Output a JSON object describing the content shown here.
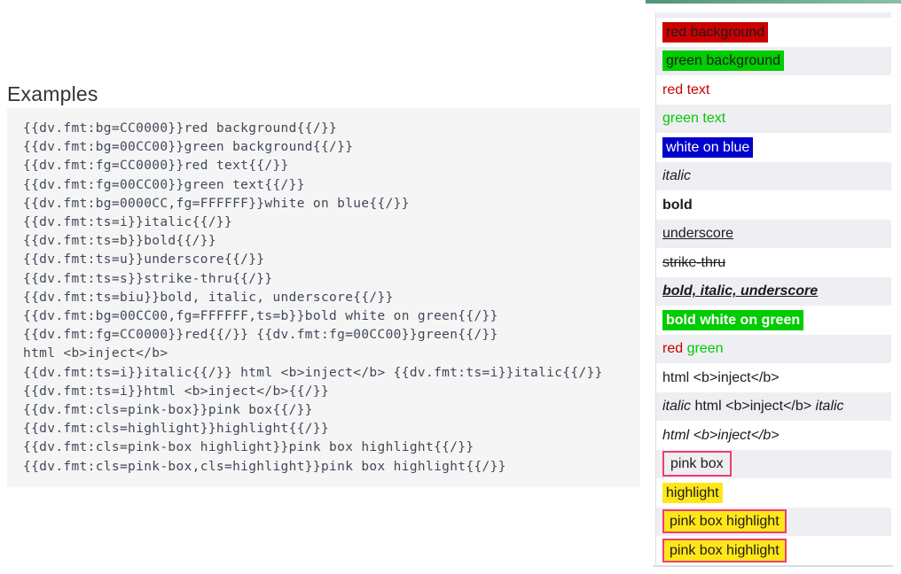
{
  "heading": {
    "text": "Examples"
  },
  "code_block": {
    "language": "template-syntax",
    "lines": [
      "{{dv.fmt:bg=CC0000}}red background{{/}}",
      "{{dv.fmt:bg=00CC00}}green background{{/}}",
      "{{dv.fmt:fg=CC0000}}red text{{/}}",
      "{{dv.fmt:fg=00CC00}}green text{{/}}",
      "{{dv.fmt:bg=0000CC,fg=FFFFFF}}white on blue{{/}}",
      "{{dv.fmt:ts=i}}italic{{/}}",
      "{{dv.fmt:ts=b}}bold{{/}}",
      "{{dv.fmt:ts=u}}underscore{{/}}",
      "{{dv.fmt:ts=s}}strike-thru{{/}}",
      "{{dv.fmt:ts=biu}}bold, italic, underscore{{/}}",
      "{{dv.fmt:bg=00CC00,fg=FFFFFF,ts=b}}bold white on green{{/}}",
      "{{dv.fmt:fg=CC0000}}red{{/}} {{dv.fmt:fg=00CC00}}green{{/}}",
      "html <b>inject</b>",
      "{{dv.fmt:ts=i}}italic{{/}} html <b>inject</b> {{dv.fmt:ts=i}}italic{{/}}",
      "{{dv.fmt:ts=i}}html <b>inject</b>{{/}}",
      "{{dv.fmt:cls=pink-box}}pink box{{/}}",
      "{{dv.fmt:cls=highlight}}highlight{{/}}",
      "{{dv.fmt:cls=pink-box highlight}}pink box highlight{{/}}",
      "{{dv.fmt:cls=pink-box,cls=highlight}}pink box highlight{{/}}"
    ]
  },
  "output_panel": {
    "rows": [
      {
        "name": "red-background",
        "segments": [
          {
            "text": "red background",
            "bg": "#CC0000"
          }
        ]
      },
      {
        "name": "green-background",
        "segments": [
          {
            "text": "green background",
            "bg": "#00CC00"
          }
        ]
      },
      {
        "name": "red-text",
        "segments": [
          {
            "text": "red text",
            "fg": "#CC0000"
          }
        ]
      },
      {
        "name": "green-text",
        "segments": [
          {
            "text": "green text",
            "fg": "#00CC00"
          }
        ]
      },
      {
        "name": "white-on-blue",
        "segments": [
          {
            "text": "white on blue",
            "bg": "#0000CC",
            "fg": "#FFFFFF"
          }
        ]
      },
      {
        "name": "italic",
        "segments": [
          {
            "text": "italic",
            "ts": "i"
          }
        ]
      },
      {
        "name": "bold",
        "segments": [
          {
            "text": "bold",
            "ts": "b"
          }
        ]
      },
      {
        "name": "underscore",
        "segments": [
          {
            "text": "underscore",
            "ts": "u"
          }
        ]
      },
      {
        "name": "strike-thru",
        "segments": [
          {
            "text": "strike-thru",
            "ts": "s"
          }
        ]
      },
      {
        "name": "bold-italic-underscore",
        "segments": [
          {
            "text": "bold, italic, underscore",
            "ts": "biu"
          }
        ]
      },
      {
        "name": "bold-white-on-green",
        "segments": [
          {
            "text": "bold white on green",
            "bg": "#00CC00",
            "fg": "#FFFFFF",
            "ts": "b"
          }
        ]
      },
      {
        "name": "red-green",
        "segments": [
          {
            "text": "red",
            "fg": "#CC0000"
          },
          {
            "text": " "
          },
          {
            "text": "green",
            "fg": "#00CC00"
          }
        ]
      },
      {
        "name": "html-inject",
        "segments": [
          {
            "text": "html <b>inject</b>"
          }
        ]
      },
      {
        "name": "italic-html-inject-italic",
        "segments": [
          {
            "text": "italic",
            "ts": "i"
          },
          {
            "text": " html <b>inject</b> "
          },
          {
            "text": "italic",
            "ts": "i"
          }
        ]
      },
      {
        "name": "html-inject-italic",
        "segments": [
          {
            "text": "html <b>inject</b>",
            "ts": "i"
          }
        ]
      },
      {
        "name": "pink-box",
        "segments": [
          {
            "text": "pink box",
            "cls": "pink-box"
          }
        ]
      },
      {
        "name": "highlight",
        "segments": [
          {
            "text": "highlight",
            "cls": "highlight"
          }
        ]
      },
      {
        "name": "pink-box-highlight-1",
        "segments": [
          {
            "text": "pink box highlight",
            "cls": "pink-box highlight"
          }
        ]
      },
      {
        "name": "pink-box-highlight-2",
        "segments": [
          {
            "text": "pink box highlight",
            "cls": "pink-box highlight"
          }
        ]
      }
    ]
  },
  "colors": {
    "accent_bar_start": "#4E9677",
    "accent_bar_end": "#8CC0A4",
    "stripe": "#EEEEF3",
    "code_bg": "#F5F5F6",
    "code_text": "#3F4956",
    "heading_text": "#333333",
    "row_text": "#1C1C1C",
    "pink_box_border": "#ED3E70",
    "highlight_bg": "#FFE619",
    "hairline": "#DCDCE0"
  }
}
